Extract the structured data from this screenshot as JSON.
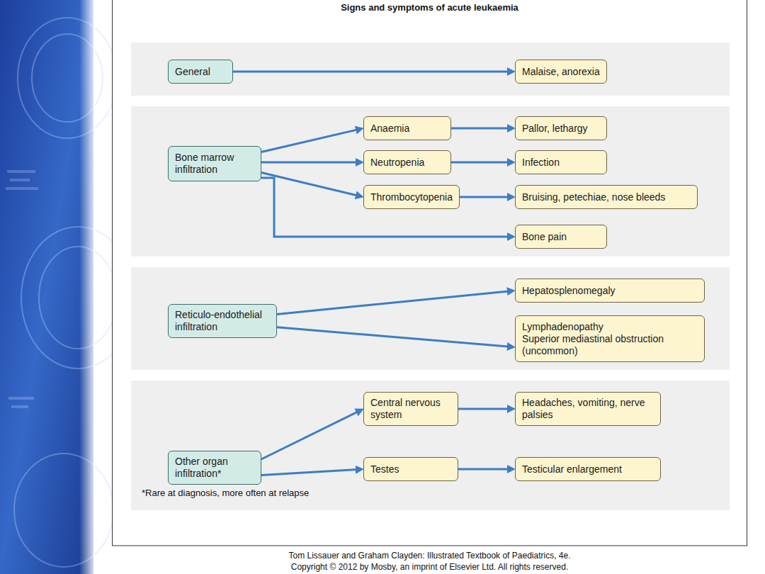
{
  "diagram": {
    "title": "Signs and symptoms of acute leukaemia",
    "nodes": [
      {
        "text": [
          "General"
        ]
      },
      {
        "text": [
          "Malaise, anorexia"
        ]
      },
      {
        "text": [
          "Bone marrow infiltration"
        ]
      },
      {
        "text": [
          "Anaemia"
        ]
      },
      {
        "text": [
          "Pallor, lethargy"
        ]
      },
      {
        "text": [
          "Neutropenia"
        ]
      },
      {
        "text": [
          "Infection"
        ]
      },
      {
        "text": [
          "Thrombocytopenia"
        ]
      },
      {
        "text": [
          "Bruising, petechiae, nose bleeds"
        ]
      },
      {
        "text": [
          "Bone pain"
        ]
      },
      {
        "text": [
          "Reticulo-endothelial infiltration"
        ]
      },
      {
        "text": [
          "Hepatosplenomegaly"
        ]
      },
      {
        "text": [
          "Lymphadenopathy",
          "Superior mediastinal obstruction (uncommon)"
        ]
      },
      {
        "text": [
          "Other organ infiltration*"
        ]
      },
      {
        "text": [
          "Central nervous system"
        ]
      },
      {
        "text": [
          "Headaches, vomiting, nerve palsies"
        ]
      },
      {
        "text": [
          "Testes"
        ]
      },
      {
        "text": [
          "Testicular enlargement"
        ]
      }
    ],
    "edges": [
      {
        "from": 0,
        "to": 1,
        "arrow": "to"
      },
      {
        "from": 2,
        "to": 3,
        "arrow": "to"
      },
      {
        "from": 3,
        "to": 4,
        "arrow": "to"
      },
      {
        "from": 2,
        "to": 5,
        "arrow": "to"
      },
      {
        "from": 5,
        "to": 6,
        "arrow": "to"
      },
      {
        "from": 2,
        "to": 7,
        "arrow": "to"
      },
      {
        "from": 7,
        "to": 8,
        "arrow": "to"
      },
      {
        "from": 2,
        "to": 9,
        "arrow": "to"
      },
      {
        "from": 10,
        "to": 11,
        "arrow": "to"
      },
      {
        "from": 10,
        "to": 12,
        "arrow": "to"
      },
      {
        "from": 13,
        "to": 14,
        "arrow": "to"
      },
      {
        "from": 14,
        "to": 15,
        "arrow": "to"
      },
      {
        "from": 13,
        "to": 16,
        "arrow": "to"
      },
      {
        "from": 16,
        "to": 17,
        "arrow": "to"
      }
    ],
    "labels": [
      "*Rare at diagnosis, more often at relapse",
      "Tom Lissauer and Graham Clayden: Illustrated Textbook of Paediatrics, 4e.",
      "Copyright © 2012 by Mosby, an imprint of Elsevier Ltd. All rights reserved."
    ]
  }
}
